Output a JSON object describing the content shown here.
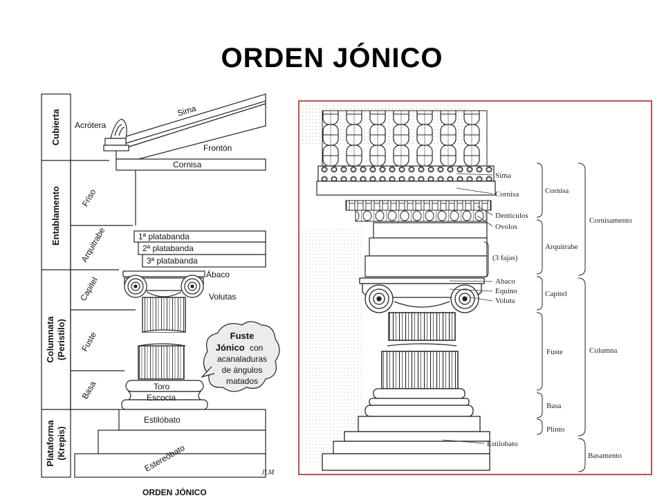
{
  "title": "ORDEN JÓNICO",
  "left_diagram": {
    "caption": "ORDEN JÓNICO",
    "sections": {
      "cubierta": "Cubierta",
      "entablamento": "Entablamento",
      "columnata": "Columnata",
      "peristilo": "(Peristilo)",
      "plataforma": "Plataforma",
      "krepis": "(Krepis)"
    },
    "subsections": {
      "friso": "Friso",
      "arquitrabe": "Arquitrabe",
      "capitel": "Capitel",
      "fuste": "Fuste",
      "basa": "Basa"
    },
    "labels": {
      "sima": "Sima",
      "acrotera": "Acrótera",
      "fronton": "Frontón",
      "cornisa": "Cornisa",
      "platabanda1": "1ª platabanda",
      "platabanda2": "2ª platabanda",
      "platabanda3": "3ª platabanda",
      "abaco": "Ábaco",
      "volutas": "Volutas",
      "toro": "Toro",
      "escocia": "Escocia",
      "estilobato": "Estilóbato",
      "estereobato": "Estereóbato"
    },
    "callout": {
      "line1": "Fuste",
      "line2a": "Jónico",
      "line2b": "con",
      "line3": "acanaladuras",
      "line4": "de ángulos",
      "line5": "matados"
    },
    "signature": "JLM"
  },
  "right_diagram": {
    "labels": {
      "sima": "Sima",
      "cornisa": "Cornisa",
      "denticulos": "Dentículos",
      "ovolos": "Ovolos",
      "fajas": "(3 fajas)",
      "abaco": "Abaco",
      "equino": "Equino",
      "voluta": "Voluta",
      "estilobato": "Estilobato"
    },
    "groups": {
      "cornisa": "Cornisa",
      "arquitrabe": "Arquitrabe",
      "capitel": "Capitel",
      "fuste": "Fuste",
      "basa": "Basa",
      "plinto": "Plinto"
    },
    "outer_groups": {
      "cornisamento": "Cornisamento",
      "columna": "Columna",
      "basamento": "Basamento"
    },
    "border_color": "#c0504d"
  }
}
